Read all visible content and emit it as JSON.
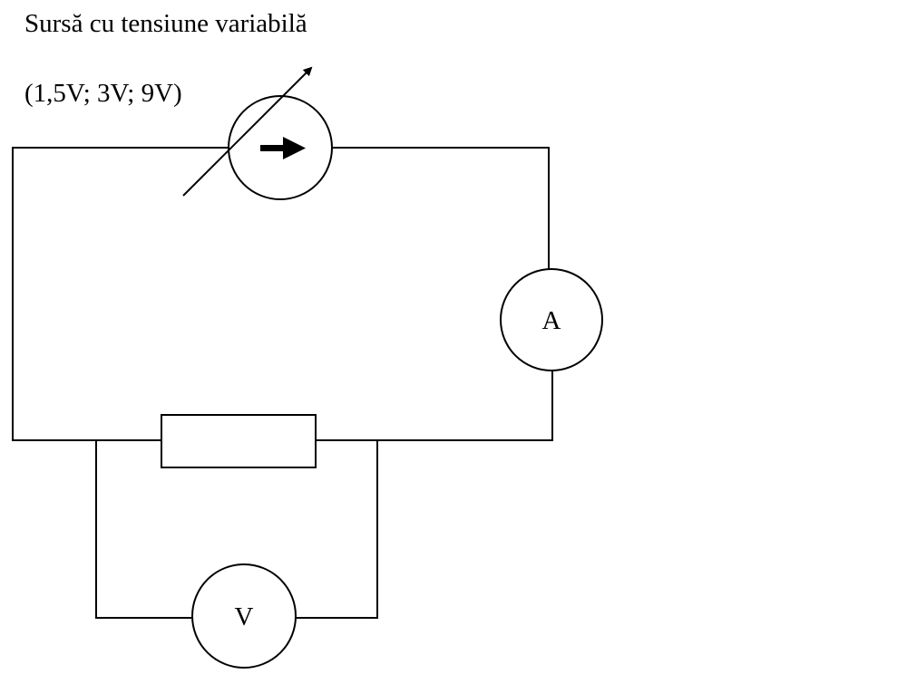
{
  "source": {
    "title": "Sursă cu tensiune variabilă",
    "values": "(1,5V; 3V; 9V)"
  },
  "ammeter": {
    "label": "A"
  },
  "voltmeter": {
    "label": "V"
  },
  "colors": {
    "line": "#000000",
    "background": "#ffffff"
  },
  "icons": {
    "source": "variable-source-icon",
    "current_direction": "arrow-right-icon"
  }
}
